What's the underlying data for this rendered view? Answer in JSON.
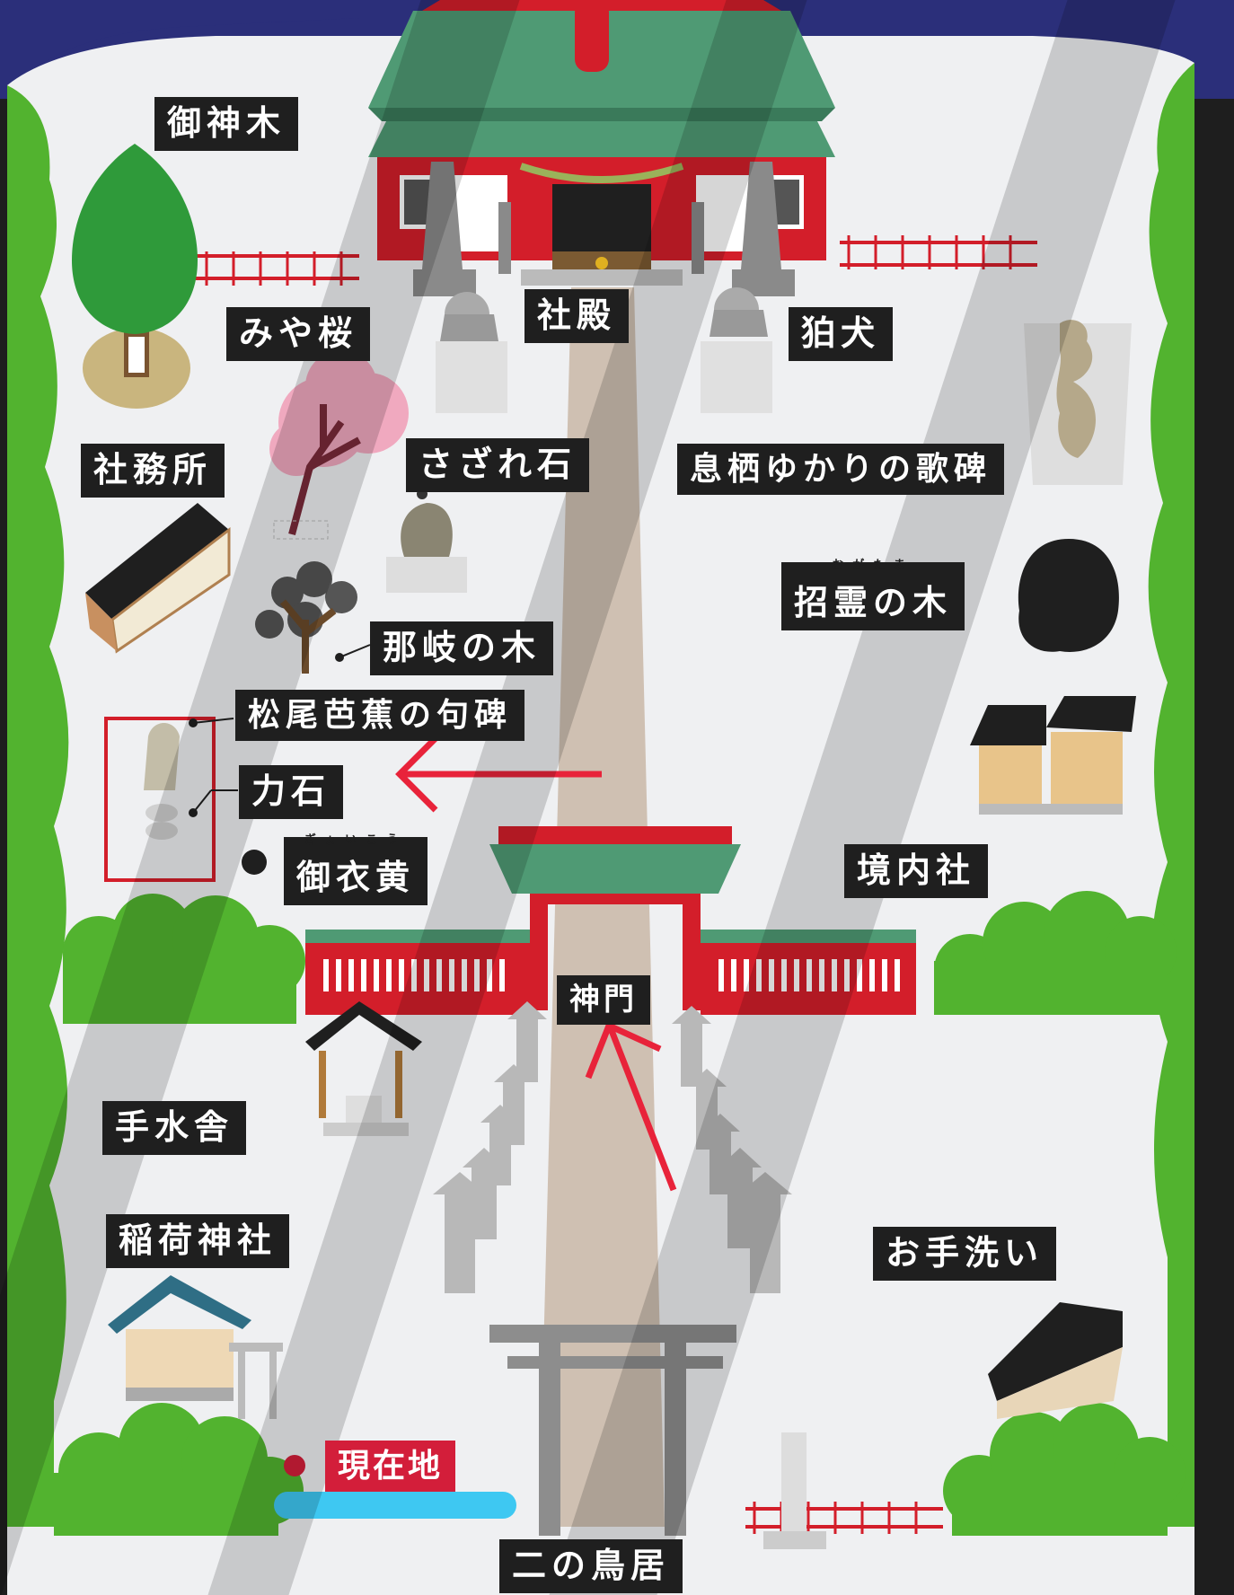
{
  "labels": {
    "goshinboku": "御神木",
    "miyazakura": "みや桜",
    "shaden": "社殿",
    "komainu": "狛犬",
    "shamusho": "社務所",
    "sazareishi": "さざれ石",
    "kahi": "息栖ゆかりの歌碑",
    "ogatama_no_ki": "招霊の木",
    "ogatama_ruby": "おがたま",
    "nagi_no_ki": "那岐の木",
    "basho_kuhi": "松尾芭蕉の句碑",
    "chikaraishi": "力石",
    "gyoiko": "御衣黄",
    "gyoiko_ruby": "ぎょいこう",
    "keidaisha": "境内社",
    "shinmon": "神門",
    "temizuya": "手水舎",
    "inari_jinja": "稲荷神社",
    "otearai": "お手洗い",
    "genzaichi": "現在地",
    "ni_no_torii": "二の鳥居"
  },
  "colors": {
    "sky": "#2b2f7a",
    "board": "#eff0f2",
    "forest": "#52b32f",
    "forest_dark": "#2f8a24",
    "label_bg": "#1f1f1f",
    "current_location": "#d31e3a",
    "vermilion": "#d31e2a",
    "roof_green": "#4f9a74",
    "path": "#cfc0b2",
    "stone": "#9a9a9a",
    "annotation_arrow": "#e8233a",
    "annotation_highlight": "#3ec8f2"
  },
  "icons": [
    "shrine-hall-icon",
    "sacred-tree-icon",
    "cherry-tree-icon",
    "komainu-statue-icon",
    "office-building-icon",
    "sazare-stone-icon",
    "poem-monument-icon",
    "ogatama-tree-icon",
    "nagi-tree-icon",
    "basho-monument-icon",
    "power-stone-icon",
    "gyoiko-tree-icon",
    "subsidiary-shrines-icon",
    "shinmon-gate-icon",
    "stone-lantern-icon",
    "temizuya-icon",
    "inari-shrine-icon",
    "restroom-building-icon",
    "torii-icon",
    "shrine-pillar-icon",
    "red-fence-icon",
    "arrow-left-icon",
    "arrow-up-icon"
  ]
}
